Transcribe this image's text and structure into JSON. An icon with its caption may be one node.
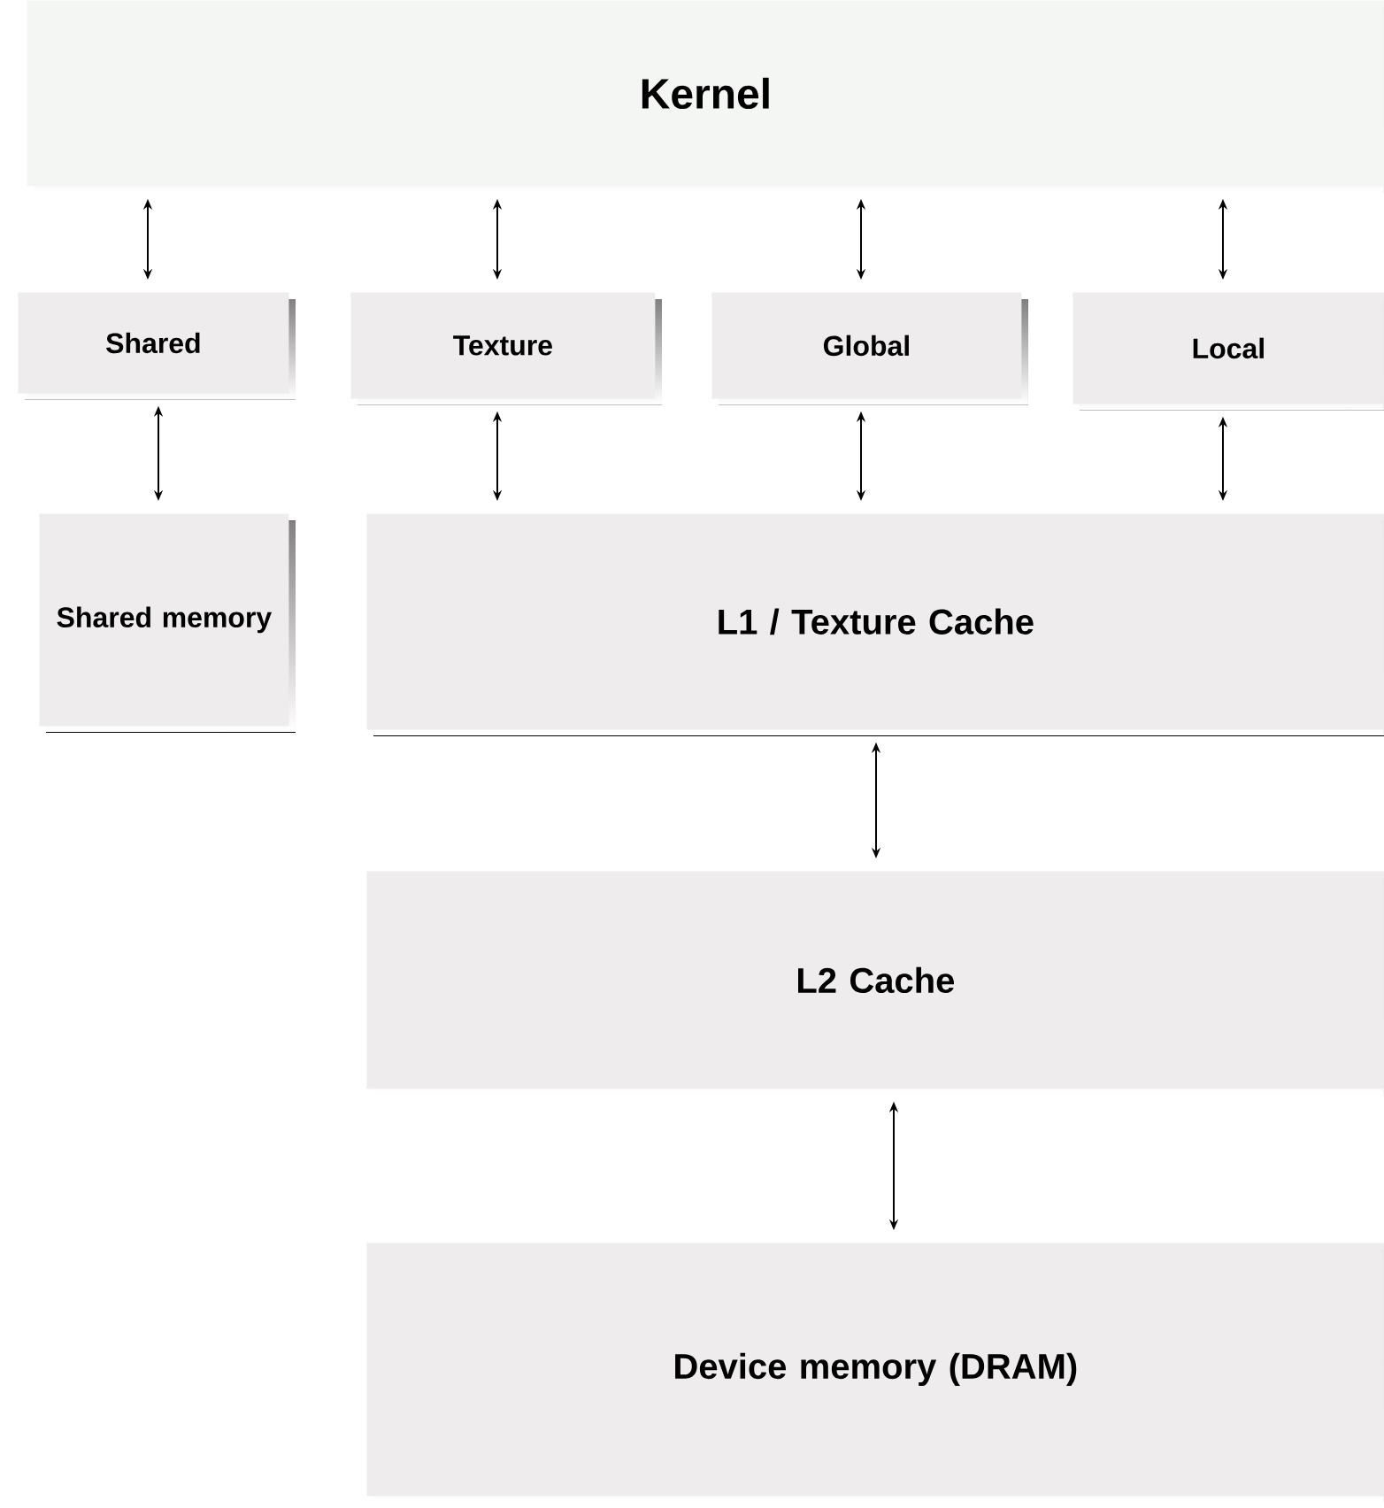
{
  "diagram": {
    "nodes": [
      {
        "text": [
          "Kernel"
        ]
      },
      {
        "text": [
          "Shared"
        ]
      },
      {
        "text": [
          "Texture"
        ]
      },
      {
        "text": [
          "Global"
        ]
      },
      {
        "text": [
          "Local"
        ]
      },
      {
        "text": [
          "Shared memory"
        ]
      },
      {
        "text": [
          "L1 / Texture Cache"
        ]
      },
      {
        "text": [
          "L2 Cache"
        ]
      },
      {
        "text": [
          "Device memory (DRAM)"
        ]
      }
    ],
    "edges": [
      {
        "from": 0,
        "to": 1,
        "arrow": "both"
      },
      {
        "from": 0,
        "to": 2,
        "arrow": "both"
      },
      {
        "from": 0,
        "to": 3,
        "arrow": "both"
      },
      {
        "from": 0,
        "to": 4,
        "arrow": "both"
      },
      {
        "from": 1,
        "to": 5,
        "arrow": "both"
      },
      {
        "from": 2,
        "to": 6,
        "arrow": "both"
      },
      {
        "from": 3,
        "to": 6,
        "arrow": "both"
      },
      {
        "from": 4,
        "to": 6,
        "arrow": "both"
      },
      {
        "from": 6,
        "to": 7,
        "arrow": "both"
      },
      {
        "from": 7,
        "to": 8,
        "arrow": "both"
      }
    ]
  }
}
